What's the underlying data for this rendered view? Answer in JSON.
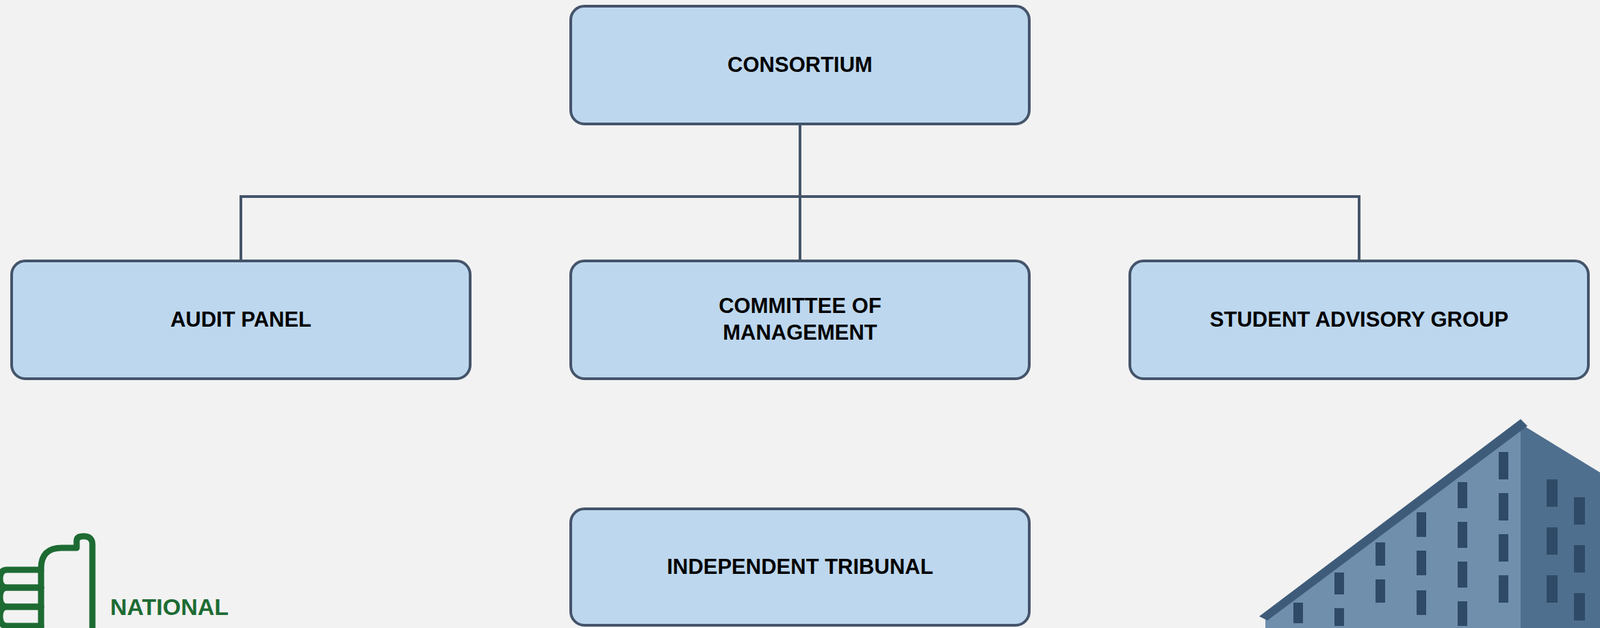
{
  "diagram": {
    "nodes": [
      {
        "text": [
          "CONSORTIUM"
        ]
      },
      {
        "text": [
          "AUDIT PANEL"
        ]
      },
      {
        "text": [
          "COMMITTEE OF MANAGEMENT"
        ]
      },
      {
        "text": [
          "STUDENT ADVISORY GROUP"
        ]
      },
      {
        "text": [
          "INDEPENDENT TRIBUNAL"
        ]
      }
    ],
    "edges": [
      {
        "from": 0,
        "to": 1,
        "arrow": "none"
      },
      {
        "from": 0,
        "to": 2,
        "arrow": "none"
      },
      {
        "from": 0,
        "to": 3,
        "arrow": "none"
      }
    ],
    "labels": [
      "NATIONAL"
    ]
  }
}
